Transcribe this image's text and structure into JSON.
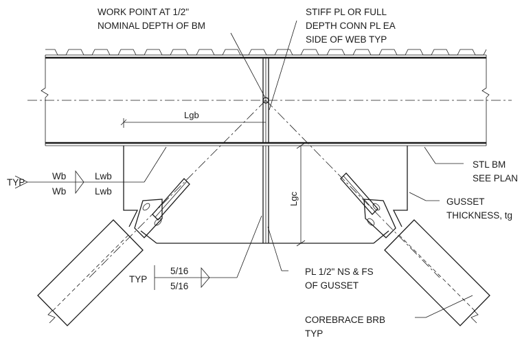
{
  "notes": {
    "work_point": [
      "WORK POINT AT 1/2\"",
      "NOMINAL DEPTH OF BM"
    ],
    "stiffener": [
      "STIFF PL OR FULL",
      "DEPTH CONN PL EA",
      "SIDE OF WEB TYP"
    ],
    "beam": [
      "STL BM",
      "SEE PLAN"
    ],
    "gusset": [
      "GUSSET",
      "THICKNESS, tg"
    ],
    "plate": [
      "PL 1/2\" NS & FS",
      "OF GUSSET"
    ],
    "brace": [
      "COREBRACE BRB",
      "TYP"
    ]
  },
  "dimensions": {
    "lgb": "Lgb",
    "lgc": "Lgc"
  },
  "weld_symbols": {
    "beam_weld": {
      "typ": "TYP",
      "top_size": "Wb",
      "bottom_size": "Wb",
      "top_length": "Lwb",
      "bottom_length": "Lwb"
    },
    "plate_weld": {
      "typ": "TYP",
      "top_size": "5/16",
      "bottom_size": "5/16"
    }
  }
}
